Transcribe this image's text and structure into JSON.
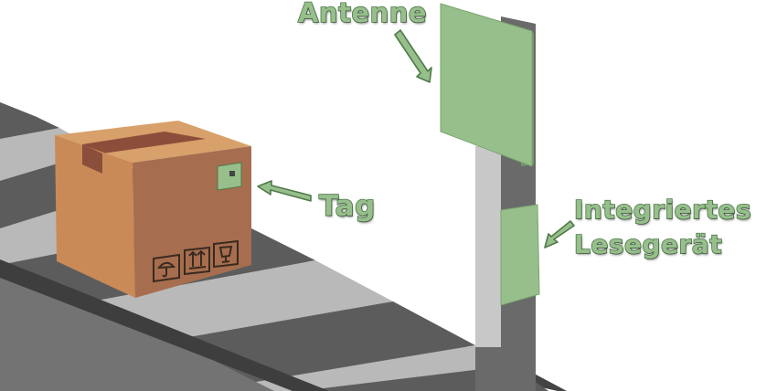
{
  "labels": {
    "antenna": "Antenne",
    "tag": "Tag",
    "reader_line1": "Integriertes",
    "reader_line2": "Lesegerät"
  },
  "colors": {
    "label_fill": "#96bf8b",
    "label_outline": "#4f7a49",
    "antenna_panel": "#97bf8c",
    "box": "#a66e4e",
    "conveyor": "#5a5a5a",
    "pole": "#666666"
  },
  "icons": {
    "box_symbols": [
      "umbrella-keep-dry-icon",
      "this-way-up-icon",
      "fragile-glass-icon"
    ]
  }
}
